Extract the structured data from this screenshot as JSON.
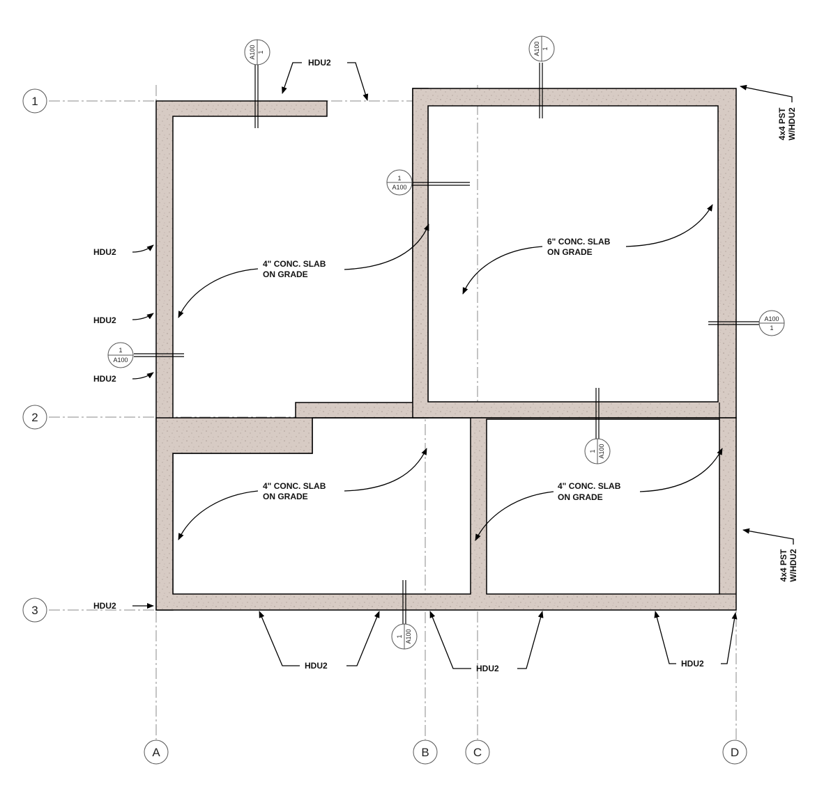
{
  "grid": {
    "rows": [
      "1",
      "2",
      "3"
    ],
    "columns": [
      "A",
      "B",
      "C",
      "D"
    ]
  },
  "labels": {
    "hdu": "HDU2",
    "slab_thickness_4": "4\"  CONC. SLAB",
    "slab_thickness_6": "6\"  CONC. SLAB",
    "on_grade": "ON GRADE",
    "post_line1": "4x4 PST",
    "post_line2": "W/HDU2"
  },
  "section_mark": {
    "number": "1",
    "sheet": "A100"
  },
  "colors": {
    "concrete": "#d7cbc4",
    "line": "#000000",
    "grid_line": "#8a8a8a"
  }
}
